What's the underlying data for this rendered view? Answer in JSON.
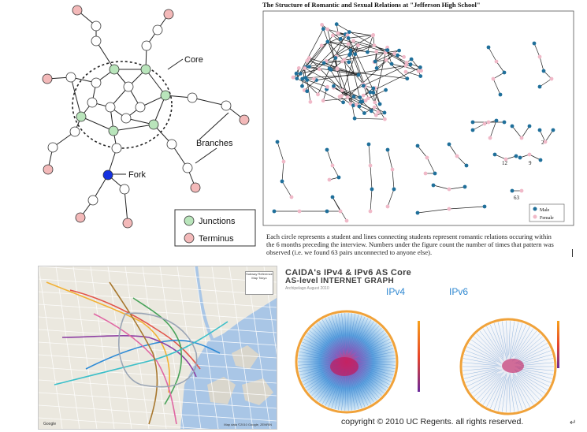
{
  "network_diagram": {
    "labels": {
      "core": "Core",
      "branches": "Branches",
      "fork": "Fork"
    },
    "legend": {
      "junctions": "Junctions",
      "terminus": "Terminus"
    },
    "colors": {
      "junction_fill": "#b9e5bb",
      "terminus_fill": "#f3b9b9",
      "fork_fill": "#1531e0",
      "node_fill": "#ffffff"
    }
  },
  "jefferson_figure": {
    "title": "The Structure of Romantic and Sexual Relations at \"Jefferson High School\"",
    "legend": {
      "male": "Male",
      "female": "Female"
    },
    "counts": [
      "2",
      "12",
      "9",
      "63"
    ],
    "caption": "Each circle represents a student and lines connecting students represent romantic relations occuring within the 6 months preceding the interview.  Numbers under the figure count the number of times that pattern  was  observed (i.e. we found 63 pairs unconnected to anyone else).",
    "colors": {
      "male": "#1f6f9a",
      "female": "#f0b9c8"
    }
  },
  "metro_map": {
    "legend_text": "Subway Reference Map Tokyo",
    "footer": "Map data ©2010 Google, ZENRIN",
    "logo": "Google"
  },
  "caida_graph": {
    "title": "CAIDA's IPv4 & IPv6 AS Core",
    "subtitle": "AS-level INTERNET GRAPH",
    "date": "Archipelago August 2010",
    "label_ipv4": "IPv4",
    "label_ipv6": "IPv6",
    "copyright": "copyright © 2010 UC Regents. all rights reserved.",
    "return_mark": "↵"
  }
}
